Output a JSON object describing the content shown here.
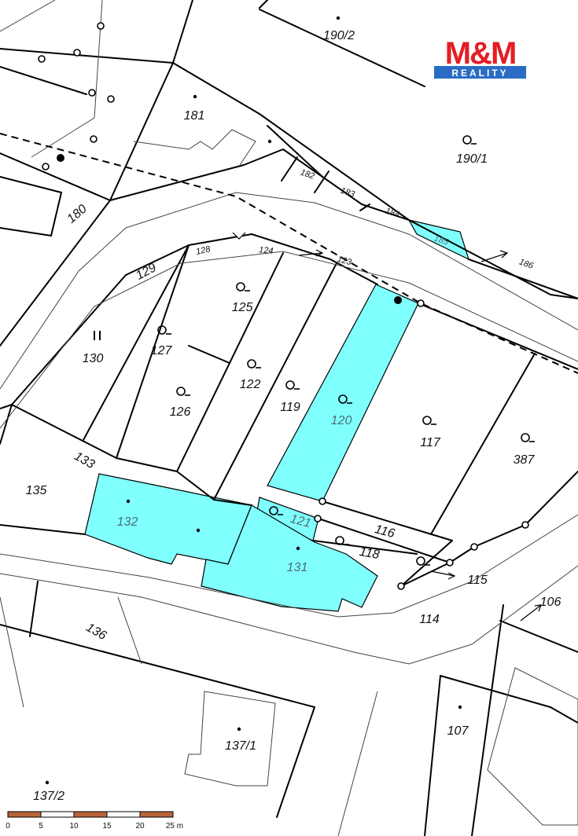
{
  "logo": {
    "main_text": "M&M",
    "sub_text": "REALITY",
    "colors": {
      "main": "#e31e24",
      "sub_bg": "#2a6cc4",
      "sub_text": "#ffffff"
    }
  },
  "map": {
    "highlight_color": "#80ffff",
    "parcels": [
      {
        "id": "190/2"
      },
      {
        "id": "190/1"
      },
      {
        "id": "181"
      },
      {
        "id": "182"
      },
      {
        "id": "183"
      },
      {
        "id": "184"
      },
      {
        "id": "185",
        "highlighted": true
      },
      {
        "id": "186"
      },
      {
        "id": "180"
      },
      {
        "id": "129"
      },
      {
        "id": "128"
      },
      {
        "id": "124"
      },
      {
        "id": "123"
      },
      {
        "id": "125"
      },
      {
        "id": "127"
      },
      {
        "id": "130"
      },
      {
        "id": "122"
      },
      {
        "id": "126"
      },
      {
        "id": "119"
      },
      {
        "id": "120",
        "highlighted": true
      },
      {
        "id": "117"
      },
      {
        "id": "387"
      },
      {
        "id": "133"
      },
      {
        "id": "135"
      },
      {
        "id": "132",
        "highlighted": true
      },
      {
        "id": "121",
        "highlighted": true
      },
      {
        "id": "131",
        "highlighted": true
      },
      {
        "id": "116"
      },
      {
        "id": "118"
      },
      {
        "id": "115"
      },
      {
        "id": "114"
      },
      {
        "id": "106"
      },
      {
        "id": "136"
      },
      {
        "id": "107"
      },
      {
        "id": "137/1"
      },
      {
        "id": "137/2"
      }
    ],
    "symbols": {
      "meadow": "meadow-symbol-icon",
      "garden": "garden-symbol-icon"
    },
    "scale_bar": {
      "ticks": [
        "0",
        "5",
        "10",
        "15",
        "20",
        "25 m"
      ],
      "colors": [
        "#b7633a",
        "#ffffff"
      ]
    }
  }
}
